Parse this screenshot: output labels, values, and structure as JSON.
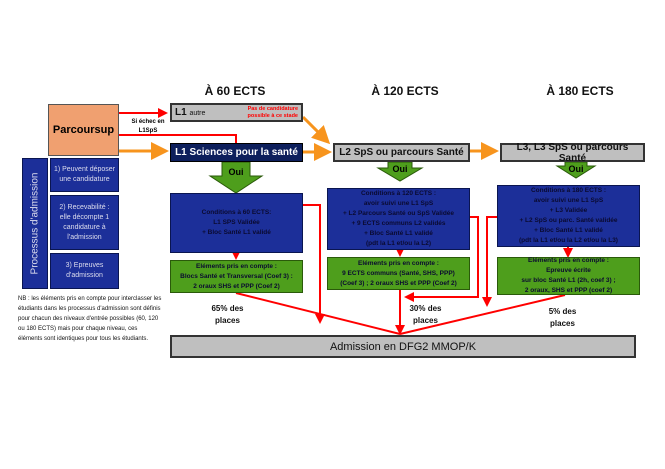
{
  "headers": [
    "À 60 ECTS",
    "À 120 ECTS",
    "À 180 ECTS"
  ],
  "parcoursup": "Parcoursup",
  "l1_autre": {
    "label": "L1",
    "sub": "autre",
    "note": "Pas de candidature possible à ce stade"
  },
  "echec": "Si échec en L1SpS",
  "l1_sps": "L1 Sciences pour la santé",
  "l2": "L2 SpS ou parcours Santé",
  "l3": "L3, L3 SpS ou parcours Santé",
  "oui": "Oui",
  "conditions": [
    [
      "Conditions à 60 ECTS:",
      "L1 SPS Validée",
      "+ Bloc Santé L1 validé"
    ],
    [
      "Conditions à 120 ECTS :",
      "avoir suivi une L1 SpS",
      "+ L2 Parcours Santé ou SpS Validée",
      "+ 9 ECTS communs L2 validés",
      "+ Bloc Santé L1 validé",
      "(pdt la L1 et/ou la L2)"
    ],
    [
      "Conditions  à 180 ECTS :",
      "avoir suivi une L1 SpS",
      "+ L3 Validée",
      "+ L2 SpS ou parc. Santé validée",
      "+ Bloc Santé L1 validé",
      "(pdt la L1 et/ou la L2 et/ou la L3)"
    ]
  ],
  "elements": [
    [
      "Eléments pris en compte :",
      "Blocs Santé et Transversal (Coef 3) :",
      "2 oraux SHS et PPP (Coef 2)"
    ],
    [
      "Eléments pris en compte :",
      "9 ECTS communs (Santé, SHS, PPP)",
      "(Coef 3) ; 2 oraux SHS et PPP (Coef 2)"
    ],
    [
      "Eléments pris en compte :",
      "Epreuve écrite",
      "sur bloc Santé L1 (2h, coef 3) ;",
      "2 oraux, SHS et PPP (coef 2)"
    ]
  ],
  "places": [
    "65% des places",
    "30% des places",
    "5% des places"
  ],
  "admission": "Admission en DFG2 MMOP/K",
  "processus": {
    "title": "Processus d'admission",
    "steps": [
      "1) Peuvent déposer une candidature",
      "2) Recevabilité : elle décompte 1 candidature à l'admission",
      "3) Epreuves d'admission"
    ]
  },
  "nb": "NB : les éléments pris en compte pour interclasser les étudiants dans les processus d'admission sont définis pour chacun des niveaux d'entrée possibles (60, 120 ou 180 ECTS) mais pour chaque niveau, ces éléments sont identiques pour tous les étudiants.",
  "colors": {
    "orange": "#f7941d",
    "red": "#ff0000",
    "navy": "#0d1f5c",
    "blue": "#1c2f99",
    "green": "#4e9e1c",
    "grey": "#bfbfbf",
    "parcoursup": "#f0a070"
  }
}
